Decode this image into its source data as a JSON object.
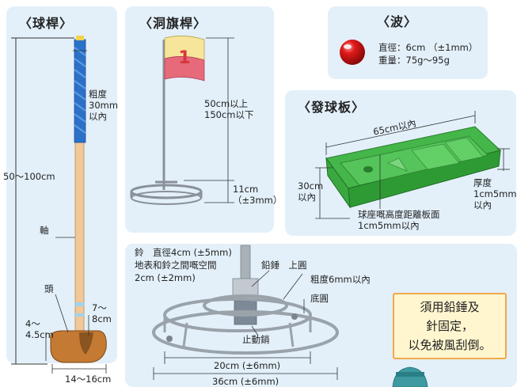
{
  "stick": {
    "title": "〈球桿〉",
    "grip": "粗度\n30mm\n以內",
    "length": "50～100cm",
    "shaft": "軸",
    "head": "頭",
    "head_height": "4～\n4.5cm",
    "head_width": "7～\n8cm",
    "head_length": "14～16cm"
  },
  "flag": {
    "title": "〈洞旗桿〉",
    "number": "1",
    "height": "50cm以上\n150cm以下",
    "base": "11cm\n（±3mm）"
  },
  "ball": {
    "title": "〈波〉",
    "diameter": "直徑：6cm （±1mm）",
    "weight": "重量：75g～95g"
  },
  "tee": {
    "title": "〈發球板〉",
    "length": "65cm以內",
    "width": "30cm\n以內",
    "thickness": "厚度\n1cm5mm\n以內",
    "ball_height": "球座嘅高度距離板面\n1cm5mm以內"
  },
  "hole": {
    "bell": "鈴　直徑4cm (±5mm)",
    "gap1": "地表和鈴之間嘅空間",
    "gap2": "2cm (±2mm)",
    "weight_ring": "鉛錘　上圓",
    "thickness": "粗度6mm以內",
    "base_ring": "底圓",
    "pin": "止動銷",
    "inner": "20cm (±6mm)",
    "outer": "36cm (±6mm)"
  },
  "note": {
    "line1": "須用鉛錘及",
    "line2": "針固定，",
    "line3": "以免被風刮倒。"
  }
}
